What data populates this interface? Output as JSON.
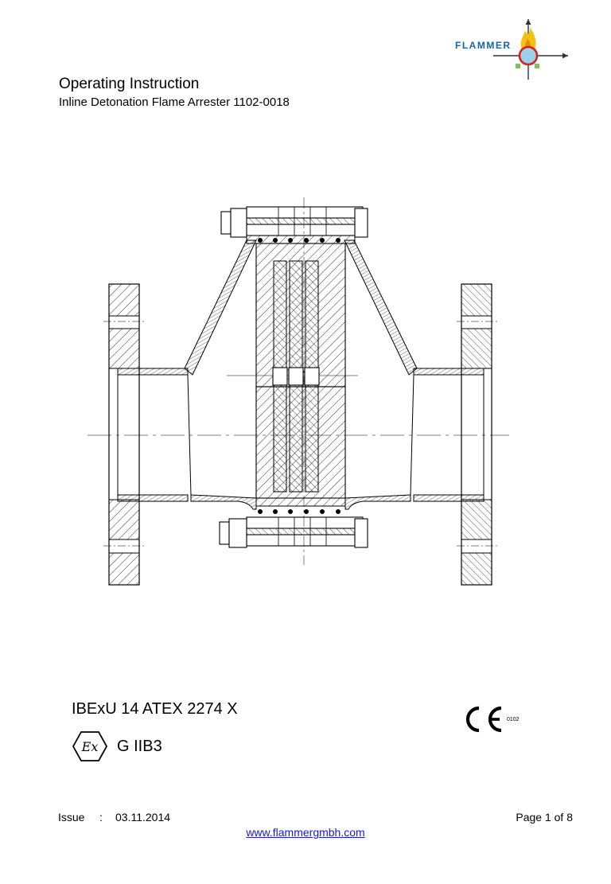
{
  "header": {
    "logo_text": "FLAMMER",
    "title": "Operating Instruction",
    "subtitle": "Inline Detonation Flame Arrester 1102-0018"
  },
  "certification": {
    "atex": "IBExU 14 ATEX 2274 X",
    "ex_class": "G IIB3",
    "ce_number": "0102"
  },
  "footer": {
    "issue_label": "Issue",
    "issue_sep": ":",
    "issue_date": "03.11.2014",
    "page": "Page 1 of 8",
    "url": "www.flammergmbh.com"
  },
  "colors": {
    "logo_blue": "#1565a8",
    "logo_red": "#d62020",
    "logo_yellow": "#f2c20f",
    "link": "#1a1acc"
  }
}
